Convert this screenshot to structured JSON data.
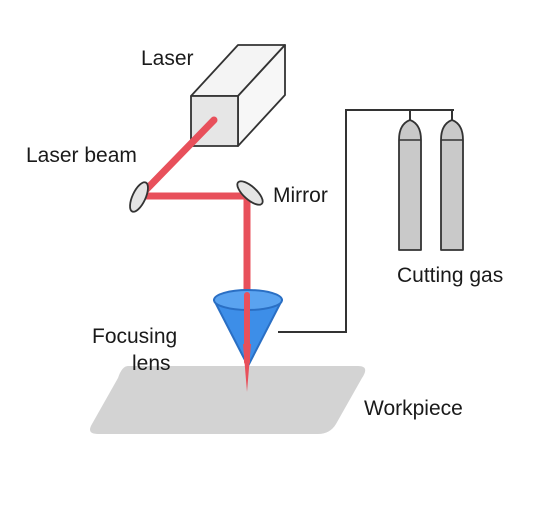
{
  "labels": {
    "laser": "Laser",
    "laser_beam": "Laser beam",
    "mirror": "Mirror",
    "cutting_gas": "Cutting gas",
    "focusing_lens_line1": "Focusing",
    "focusing_lens_line2": "lens",
    "workpiece": "Workpiece"
  },
  "colors": {
    "beam": "#e8505b",
    "lens": "#3d8ee8",
    "lens_outline": "#2a6fc4",
    "cylinder": "#c9c9c9",
    "workpiece": "#d3d3d3",
    "laser_front": "#e6e6e6",
    "laser_side": "#f7f7f7",
    "stroke": "#333333"
  }
}
